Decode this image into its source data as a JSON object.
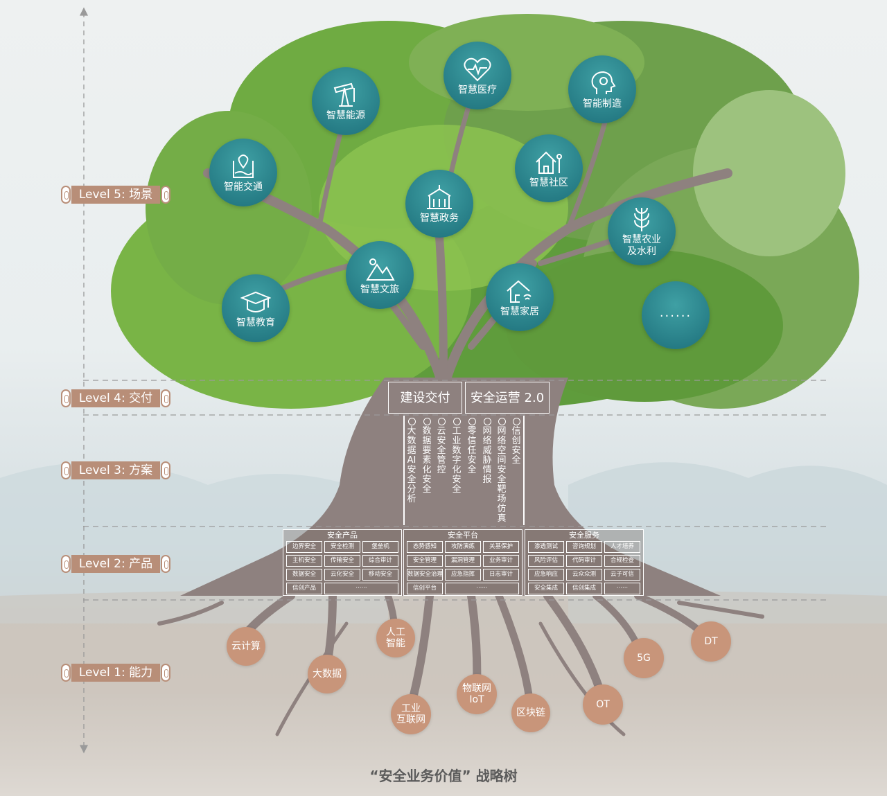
{
  "levels": [
    {
      "label": "Level 5: 场景"
    },
    {
      "label": "Level 4: 交付"
    },
    {
      "label": "Level 3: 方案"
    },
    {
      "label": "Level 2: 产品"
    },
    {
      "label": "Level 1: 能力"
    }
  ],
  "scenarios": [
    {
      "label": "智慧医疗",
      "icon": "heart-pulse-icon"
    },
    {
      "label": "智能制造",
      "icon": "head-gear-icon"
    },
    {
      "label": "智慧能源",
      "icon": "oil-pump-icon"
    },
    {
      "label": "智能交通",
      "icon": "map-pin-icon"
    },
    {
      "label": "智慧社区",
      "icon": "house-person-icon"
    },
    {
      "label": "智慧政务",
      "icon": "government-building-icon"
    },
    {
      "label": "智慧农业\n及水利",
      "icon": "wheat-icon"
    },
    {
      "label": "智慧文旅",
      "icon": "sun-mountain-icon"
    },
    {
      "label": "智慧家居",
      "icon": "smart-home-icon"
    },
    {
      "label": "智慧教育",
      "icon": "graduation-cap-icon"
    },
    {
      "label": "······",
      "icon": ""
    }
  ],
  "delivery": [
    "建设交付",
    "安全运营 2.0"
  ],
  "solutions": [
    "大数据AI安全分析",
    "数据要素化安全",
    "云安全管控",
    "工业数字化安全",
    "零信任安全",
    "网络威胁情报",
    "网络空间安全靶场仿真",
    "信创安全"
  ],
  "products": [
    {
      "title": "安全产品",
      "items": [
        "边界安全",
        "安全检测",
        "堡垒机",
        "主机安全",
        "传输安全",
        "综合审计",
        "数据安全",
        "云化安全",
        "移动安全",
        "信创产品",
        "······"
      ]
    },
    {
      "title": "安全平台",
      "items": [
        "态势感知",
        "攻防演练",
        "关基保护",
        "安全管理",
        "漏洞管理",
        "业务审计",
        "数据安全治理",
        "应急指挥",
        "日志审计",
        "信创平台",
        "······"
      ]
    },
    {
      "title": "安全服务",
      "items": [
        "渗透测试",
        "咨询规划",
        "人才培养",
        "风险评估",
        "代码审计",
        "合规检查",
        "应急响应",
        "云众众测",
        "云子可信",
        "安全集成",
        "信创集成",
        "······"
      ]
    }
  ],
  "capabilities": [
    "云计算",
    "人工\n智能",
    "大数据",
    "工业\n互联网",
    "物联网\nIoT",
    "区块链",
    "OT",
    "5G",
    "DT"
  ],
  "caption": "“安全业务价值” 战略树",
  "colors": {
    "level_label": "#b88e78",
    "bubble": "#1d6f7a",
    "root_node": "#c8957a",
    "trunk": "#8e817f"
  }
}
